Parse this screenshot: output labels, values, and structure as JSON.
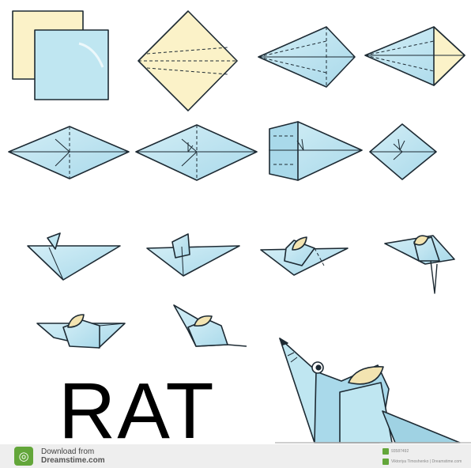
{
  "title": "RAT",
  "footer": {
    "download_line": "Download from",
    "site_line": "Dreamstime.com",
    "id_text": "93587492",
    "credit_text": "Viktoriya Timoshenko | Dreamstime.com"
  },
  "colors": {
    "paper_blue": "#bfe6f1",
    "paper_blue_shade": "#9fd2e3",
    "paper_cream": "#fbf2c8",
    "outline": "#1d2a33",
    "ear": "#f3e4b1",
    "logo_green": "#63a63a"
  },
  "icons": [
    "dreamstime-logo-icon",
    "scissors-watermark-icon",
    "id-badge-icon",
    "credit-badge-icon"
  ]
}
